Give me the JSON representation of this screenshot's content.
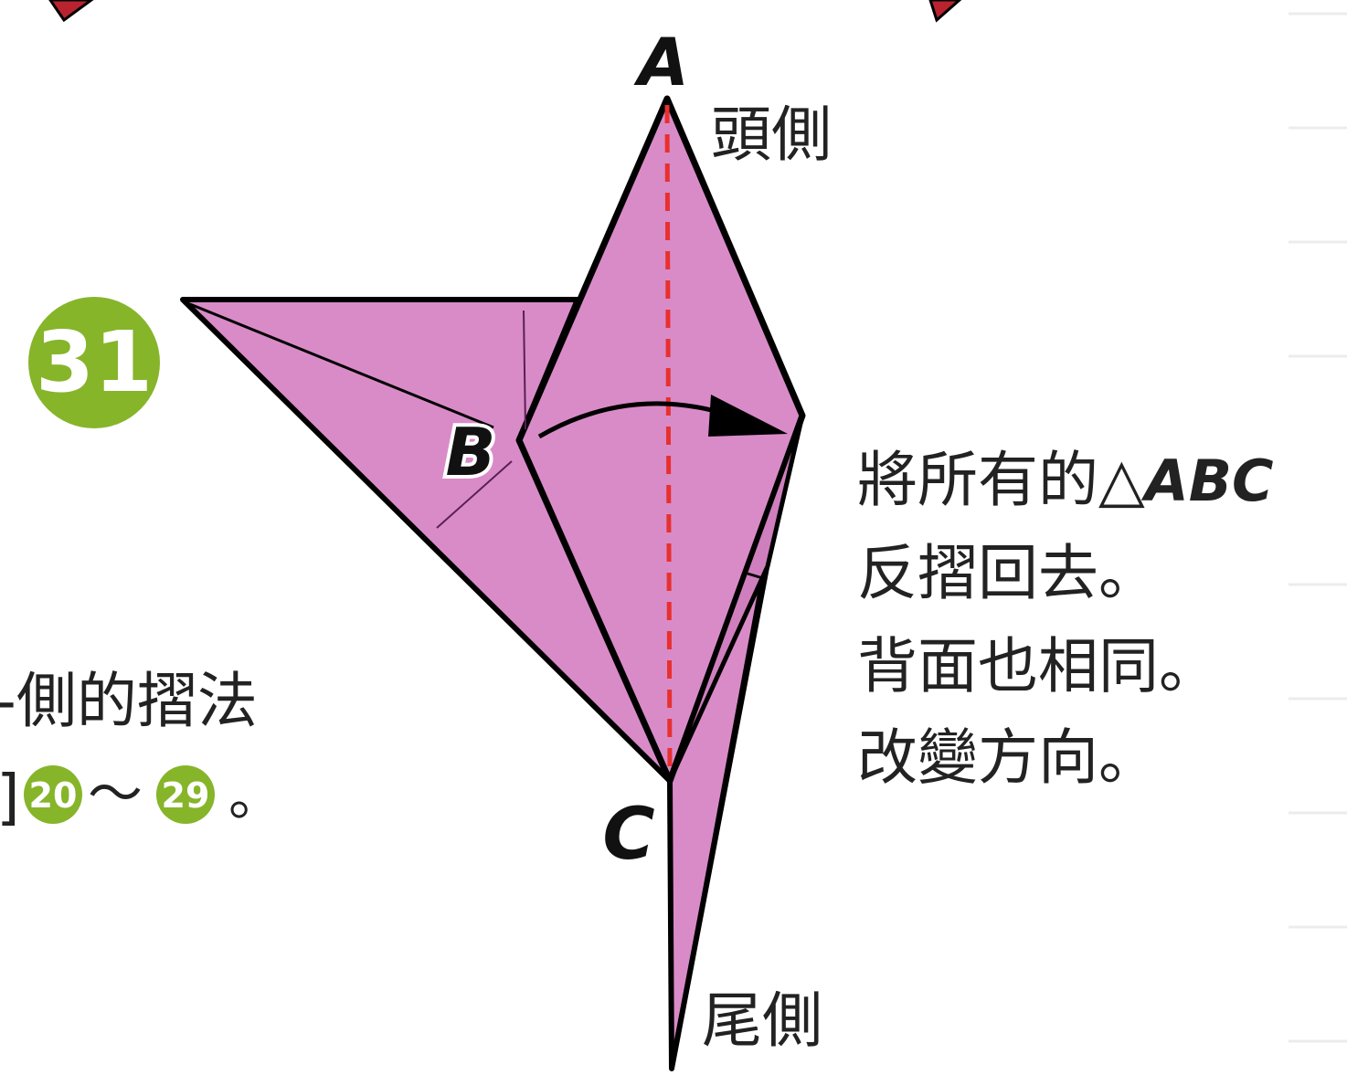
{
  "colors": {
    "paper": "#d98bc8",
    "paper_shade": "#cf7fbd",
    "outline": "#000000",
    "fold_line": "#e8302f",
    "step_badge": "#86b52a",
    "arrow_top_left": "#b8232f",
    "text": "#222222"
  },
  "icons": {
    "step_badge": "green-circle-number",
    "fold_arrow": "curved-arrow-right",
    "valley_fold": "red-dashed-line"
  },
  "step": {
    "number": "31"
  },
  "points": {
    "a": "A",
    "b": "B",
    "c": "C"
  },
  "side_labels": {
    "head": "頭側",
    "tail": "尾側"
  },
  "instructions": {
    "line1_prefix": "將所有的△",
    "line1_abc": "ABC",
    "line2": "反摺回去。",
    "line3": "背面也相同。",
    "line4": "改變方向。"
  },
  "left_note": {
    "line1": "-側的摺法",
    "line2_prefix": "]",
    "ref_start": "20",
    "tilde": "〜",
    "ref_end": "29",
    "line2_suffix": "。"
  }
}
